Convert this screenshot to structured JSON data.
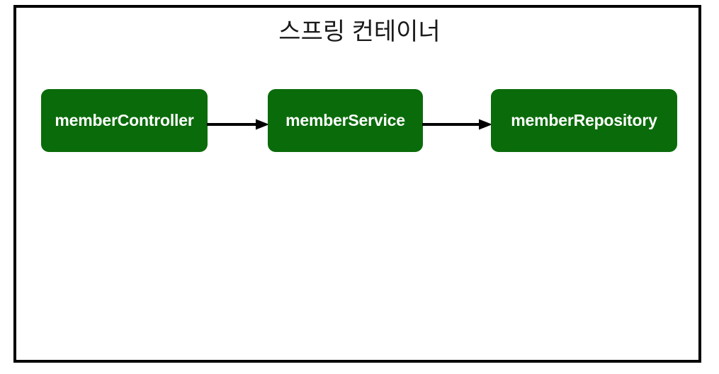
{
  "diagram": {
    "title": "스프링 컨테이너",
    "frame": {
      "name": "spring-container-frame",
      "border_color": "#000000",
      "background": "#ffffff"
    },
    "palette": {
      "bean_fill": "#0a6b0a",
      "bean_text": "#ffffff",
      "arrow": "#000000",
      "title_text": "#1a1a1a",
      "background": "#ffffff"
    },
    "nodes": [
      {
        "id": "memberController",
        "label": "memberController"
      },
      {
        "id": "memberService",
        "label": "memberService"
      },
      {
        "id": "memberRepository",
        "label": "memberRepository"
      }
    ],
    "edges": [
      {
        "id": "edge-controller-service",
        "from": "memberController",
        "to": "memberService",
        "style": "solid-arrow"
      },
      {
        "id": "edge-service-repository",
        "from": "memberService",
        "to": "memberRepository",
        "style": "solid-arrow"
      }
    ]
  }
}
